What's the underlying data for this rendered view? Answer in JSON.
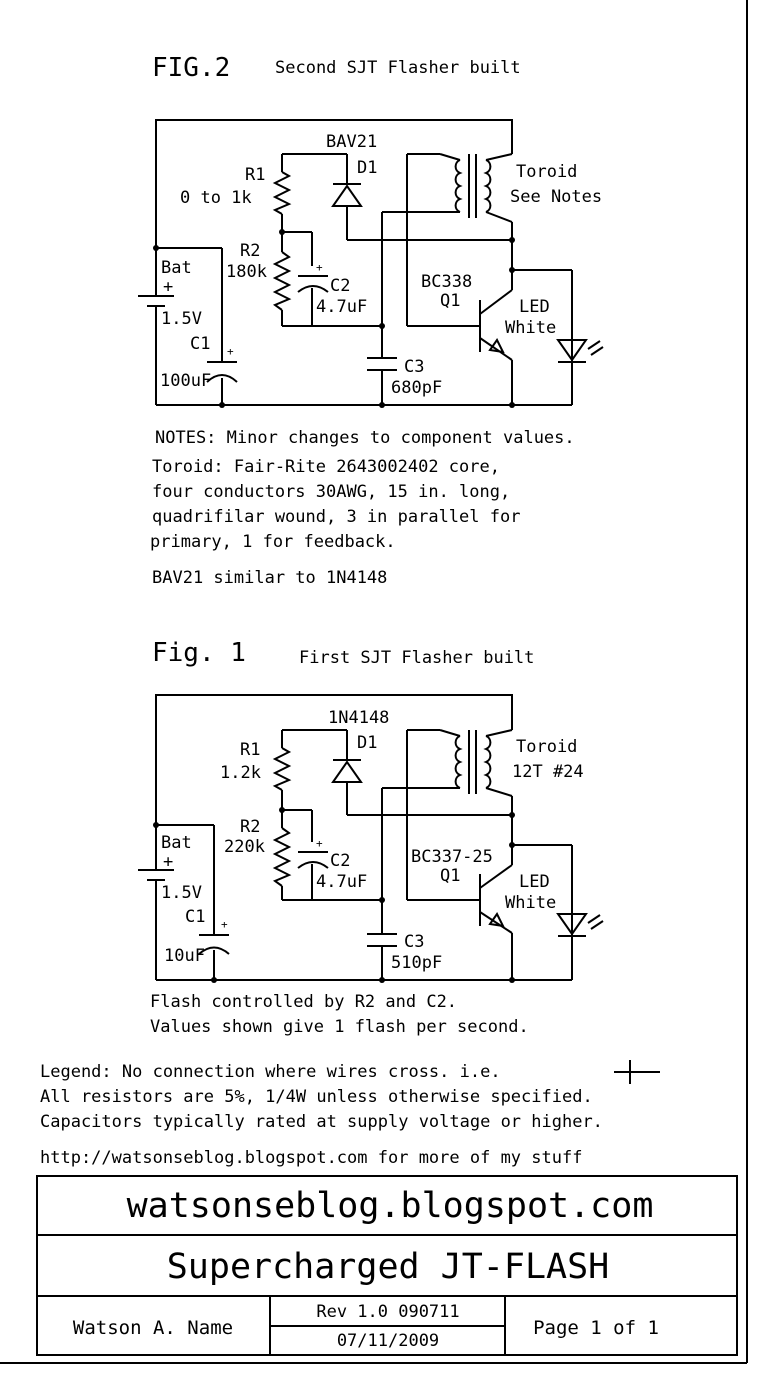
{
  "fig2": {
    "heading": "FIG.2",
    "caption": "Second SJT Flasher built",
    "diode_part": "BAV21",
    "diode_ref": "D1",
    "r1_ref": "R1",
    "r1_value": "0 to 1k",
    "r2_ref": "R2",
    "r2_value": "180k",
    "c2_ref": "C2",
    "c2_value": "4.7uF",
    "toroid_label": "Toroid",
    "toroid_note": "See Notes",
    "bat_label": "Bat",
    "bat_plus": "+",
    "bat_voltage": "1.5V",
    "c1_ref": "C1",
    "c1_plus": "+",
    "c1_value": "100uF",
    "transistor_part": "BC338",
    "transistor_ref": "Q1",
    "led_label": "LED",
    "led_color": "White",
    "c3_ref": "C3",
    "c3_value": "680pF",
    "c2_plus": "+"
  },
  "notes": {
    "line1": "NOTES:  Minor changes to component values.",
    "line2": "Toroid: Fair-Rite 2643002402 core,",
    "line3": "four conductors 30AWG, 15 in. long,",
    "line4": "quadrifilar wound, 3 in parallel for",
    "line5": "primary, 1 for feedback.",
    "line6": "BAV21 similar to 1N4148"
  },
  "fig1": {
    "heading": "Fig. 1",
    "caption": "First SJT Flasher built",
    "diode_part": "1N4148",
    "diode_ref": "D1",
    "r1_ref": "R1",
    "r1_value": "1.2k",
    "r2_ref": "R2",
    "r2_value": "220k",
    "c2_ref": "C2",
    "c2_value": "4.7uF",
    "c2_plus": "+",
    "toroid_label": "Toroid",
    "toroid_note": "12T #24",
    "bat_label": "Bat",
    "bat_plus": "+",
    "bat_voltage": "1.5V",
    "c1_ref": "C1",
    "c1_plus": "+",
    "c1_value": "10uF",
    "transistor_part": "BC337-25",
    "transistor_ref": "Q1",
    "led_label": "LED",
    "led_color": "White",
    "c3_ref": "C3",
    "c3_value": "510pF",
    "flash_note1": "Flash controlled by R2 and C2.",
    "flash_note2": "Values shown give 1 flash per second."
  },
  "legend": {
    "line1": "Legend:  No connection where wires cross.  i.e.",
    "line2": "All resistors are 5%, 1/4W unless otherwise specified.",
    "line3": "Capacitors typically rated at supply voltage or higher.",
    "line4": "http://watsonseblog.blogspot.com for more of my stuff"
  },
  "title_block": {
    "website": "watsonseblog.blogspot.com",
    "title": "Supercharged JT-FLASH",
    "author": "Watson A. Name",
    "revision": "Rev 1.0 090711",
    "date": "07/11/2009",
    "page": "Page 1 of 1"
  }
}
